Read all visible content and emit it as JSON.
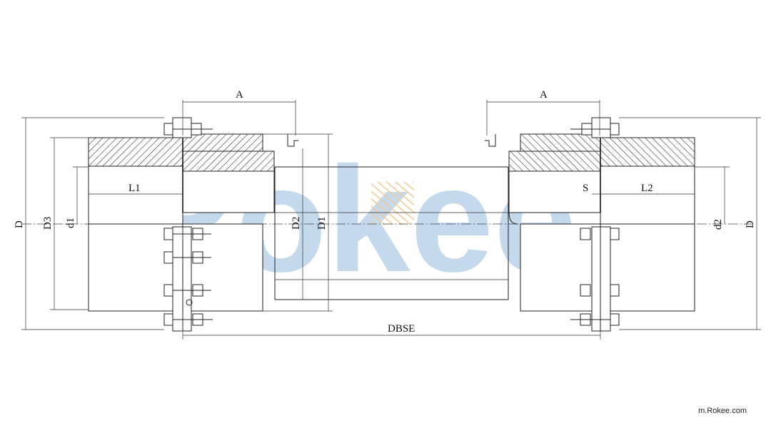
{
  "drawing": {
    "watermark": "Rokee",
    "registered_mark": "®",
    "website": "m.Rokee.com"
  },
  "dimensions": {
    "A_left": "A",
    "A_right": "A",
    "L1": "L1",
    "L2": "L2",
    "S": "S",
    "D_left": "D",
    "D_right": "D",
    "D3": "D3",
    "d1": "d1",
    "D2": "D2",
    "D1": "D1",
    "d2": "d2",
    "DBSE": "DBSE"
  },
  "colors": {
    "watermark": "#bcd3ea",
    "watermark_accent": "#f5c890",
    "line": "#222222"
  }
}
